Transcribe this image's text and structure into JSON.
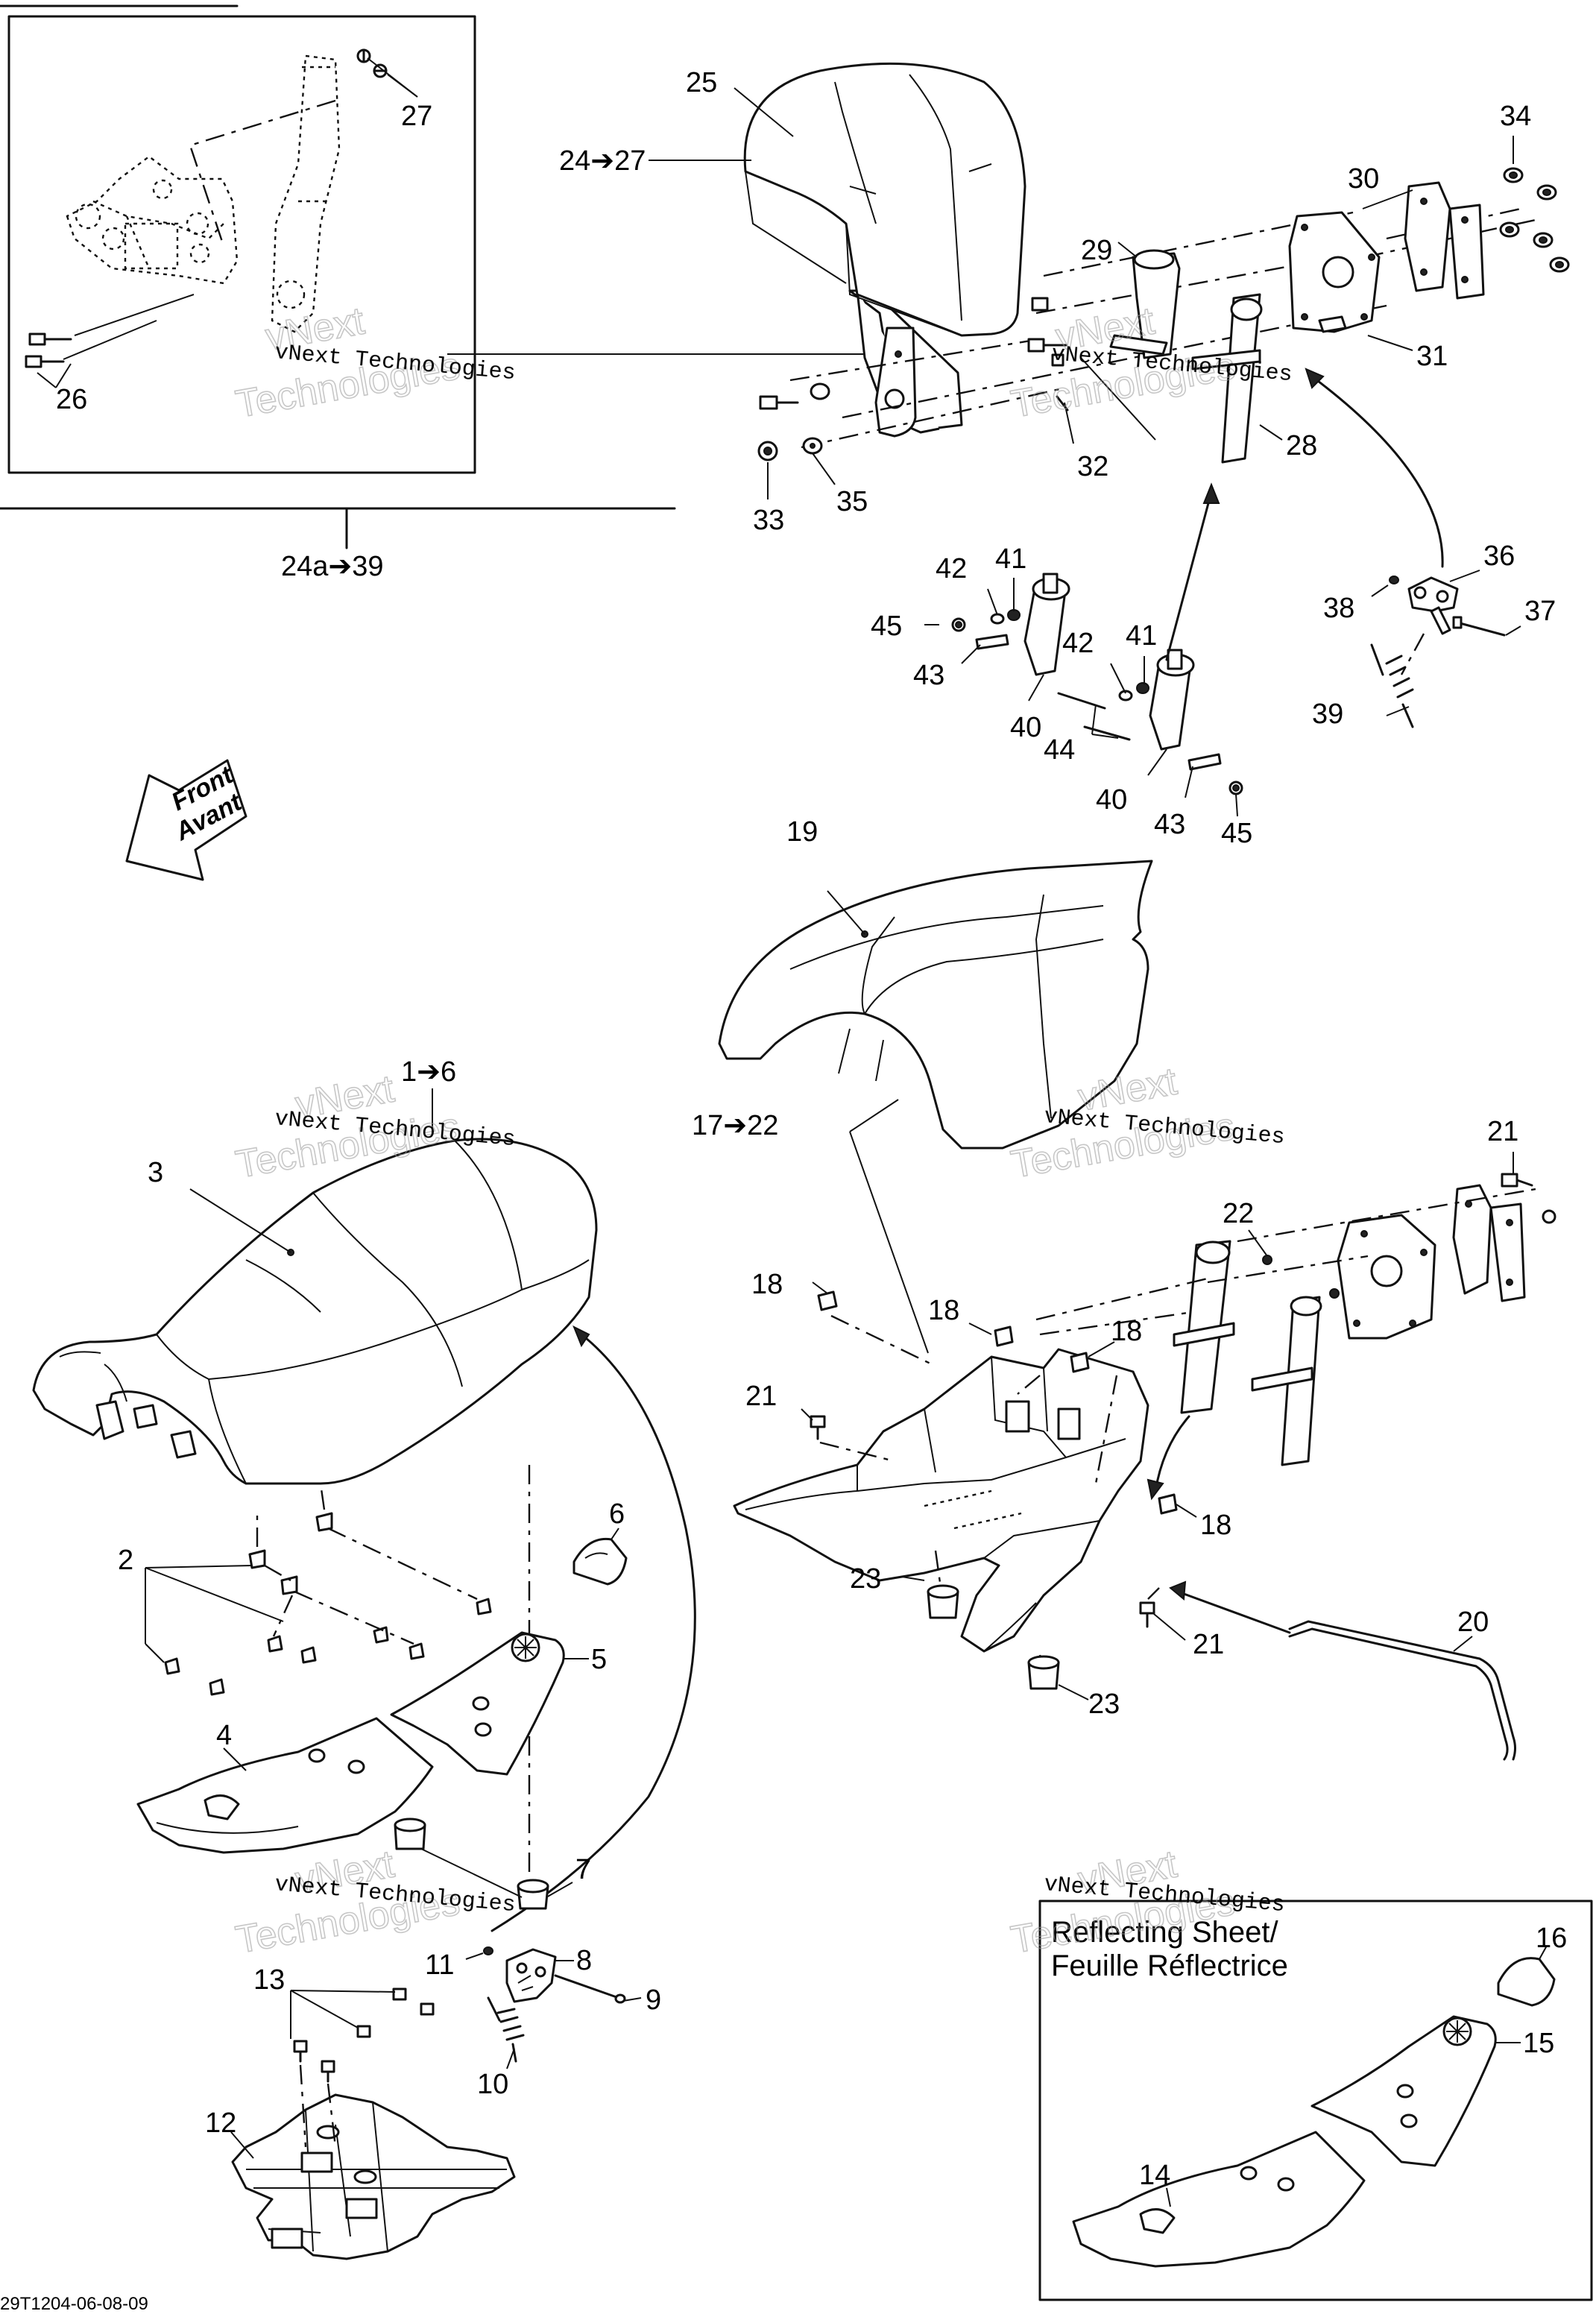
{
  "callouts": [
    {
      "id": "25",
      "text": "25"
    },
    {
      "id": "24-27",
      "text": "24➔27"
    },
    {
      "id": "27",
      "text": "27"
    },
    {
      "id": "26",
      "text": "26"
    },
    {
      "id": "24a-39",
      "text": "24a➔39"
    },
    {
      "id": "34",
      "text": "34"
    },
    {
      "id": "30",
      "text": "30"
    },
    {
      "id": "29",
      "text": "29"
    },
    {
      "id": "31",
      "text": "31"
    },
    {
      "id": "28",
      "text": "28"
    },
    {
      "id": "32",
      "text": "32"
    },
    {
      "id": "33",
      "text": "33"
    },
    {
      "id": "35",
      "text": "35"
    },
    {
      "id": "42a",
      "text": "42"
    },
    {
      "id": "41a",
      "text": "41"
    },
    {
      "id": "45a",
      "text": "45"
    },
    {
      "id": "43a",
      "text": "43"
    },
    {
      "id": "40a",
      "text": "40"
    },
    {
      "id": "42b",
      "text": "42"
    },
    {
      "id": "41b",
      "text": "41"
    },
    {
      "id": "44",
      "text": "44"
    },
    {
      "id": "40b",
      "text": "40"
    },
    {
      "id": "43b",
      "text": "43"
    },
    {
      "id": "45b",
      "text": "45"
    },
    {
      "id": "36",
      "text": "36"
    },
    {
      "id": "38",
      "text": "38"
    },
    {
      "id": "37",
      "text": "37"
    },
    {
      "id": "39",
      "text": "39"
    },
    {
      "id": "19",
      "text": "19"
    },
    {
      "id": "1-6",
      "text": "1➔6"
    },
    {
      "id": "3",
      "text": "3"
    },
    {
      "id": "17-22",
      "text": "17➔22"
    },
    {
      "id": "21a",
      "text": "21"
    },
    {
      "id": "22",
      "text": "22"
    },
    {
      "id": "18a",
      "text": "18"
    },
    {
      "id": "18b",
      "text": "18"
    },
    {
      "id": "18c",
      "text": "18"
    },
    {
      "id": "21b",
      "text": "21"
    },
    {
      "id": "18d",
      "text": "18"
    },
    {
      "id": "6",
      "text": "6"
    },
    {
      "id": "2",
      "text": "2"
    },
    {
      "id": "5",
      "text": "5"
    },
    {
      "id": "23a",
      "text": "23"
    },
    {
      "id": "21c",
      "text": "21"
    },
    {
      "id": "20",
      "text": "20"
    },
    {
      "id": "23b",
      "text": "23"
    },
    {
      "id": "4",
      "text": "4"
    },
    {
      "id": "7",
      "text": "7"
    },
    {
      "id": "11",
      "text": "11"
    },
    {
      "id": "8",
      "text": "8"
    },
    {
      "id": "9",
      "text": "9"
    },
    {
      "id": "13",
      "text": "13"
    },
    {
      "id": "10",
      "text": "10"
    },
    {
      "id": "12",
      "text": "12"
    },
    {
      "id": "16",
      "text": "16"
    },
    {
      "id": "15",
      "text": "15"
    },
    {
      "id": "14",
      "text": "14"
    }
  ],
  "front_arrow": {
    "line1": "Front",
    "line2": "Avant"
  },
  "reflecting_sheet": {
    "line1": "Reflecting Sheet/",
    "line2": "Feuille Réflectrice"
  },
  "watermark": {
    "company": "vNext Technologies",
    "word1": "vNext",
    "word2": "Technologies"
  },
  "footer": {
    "drawing_code": "29T1204-06-08-09"
  }
}
